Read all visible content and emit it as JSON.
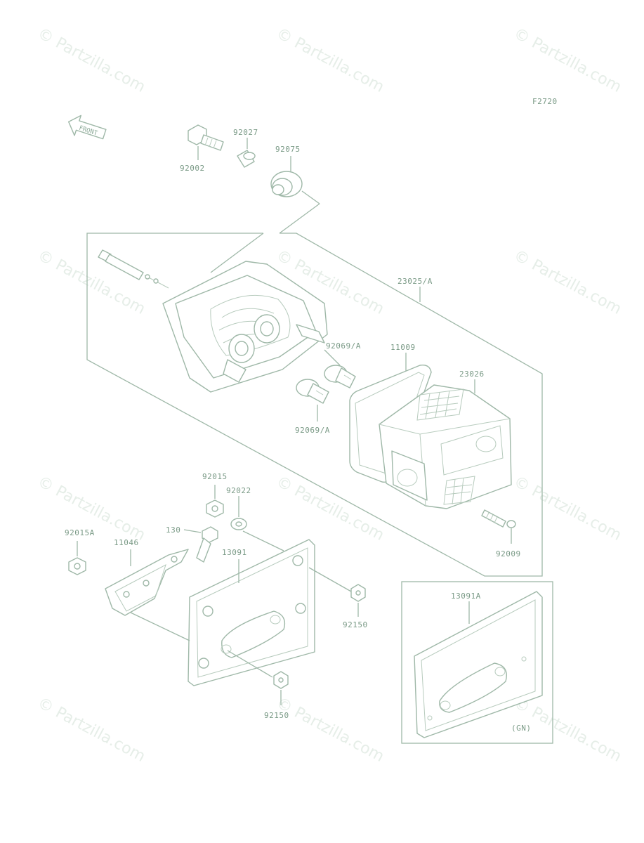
{
  "diagram": {
    "figure_code": "F2720",
    "front_label": "FRONT",
    "region_note": "(GN)",
    "watermark": "© Partzilla.com",
    "part_labels": [
      {
        "id": "92002",
        "text": "92002"
      },
      {
        "id": "92027",
        "text": "92027"
      },
      {
        "id": "92075",
        "text": "92075"
      },
      {
        "id": "23025A",
        "text": "23025/A"
      },
      {
        "id": "92069A_top",
        "text": "92069/A"
      },
      {
        "id": "11009",
        "text": "11009"
      },
      {
        "id": "23026",
        "text": "23026"
      },
      {
        "id": "92069A_bottom",
        "text": "92069/A"
      },
      {
        "id": "92015",
        "text": "92015"
      },
      {
        "id": "92022",
        "text": "92022"
      },
      {
        "id": "130",
        "text": "130"
      },
      {
        "id": "92015A",
        "text": "92015A"
      },
      {
        "id": "11046",
        "text": "11046"
      },
      {
        "id": "13091",
        "text": "13091"
      },
      {
        "id": "92009",
        "text": "92009"
      },
      {
        "id": "92150_right",
        "text": "92150"
      },
      {
        "id": "92150_bottom",
        "text": "92150"
      },
      {
        "id": "13091A",
        "text": "13091A"
      }
    ]
  }
}
